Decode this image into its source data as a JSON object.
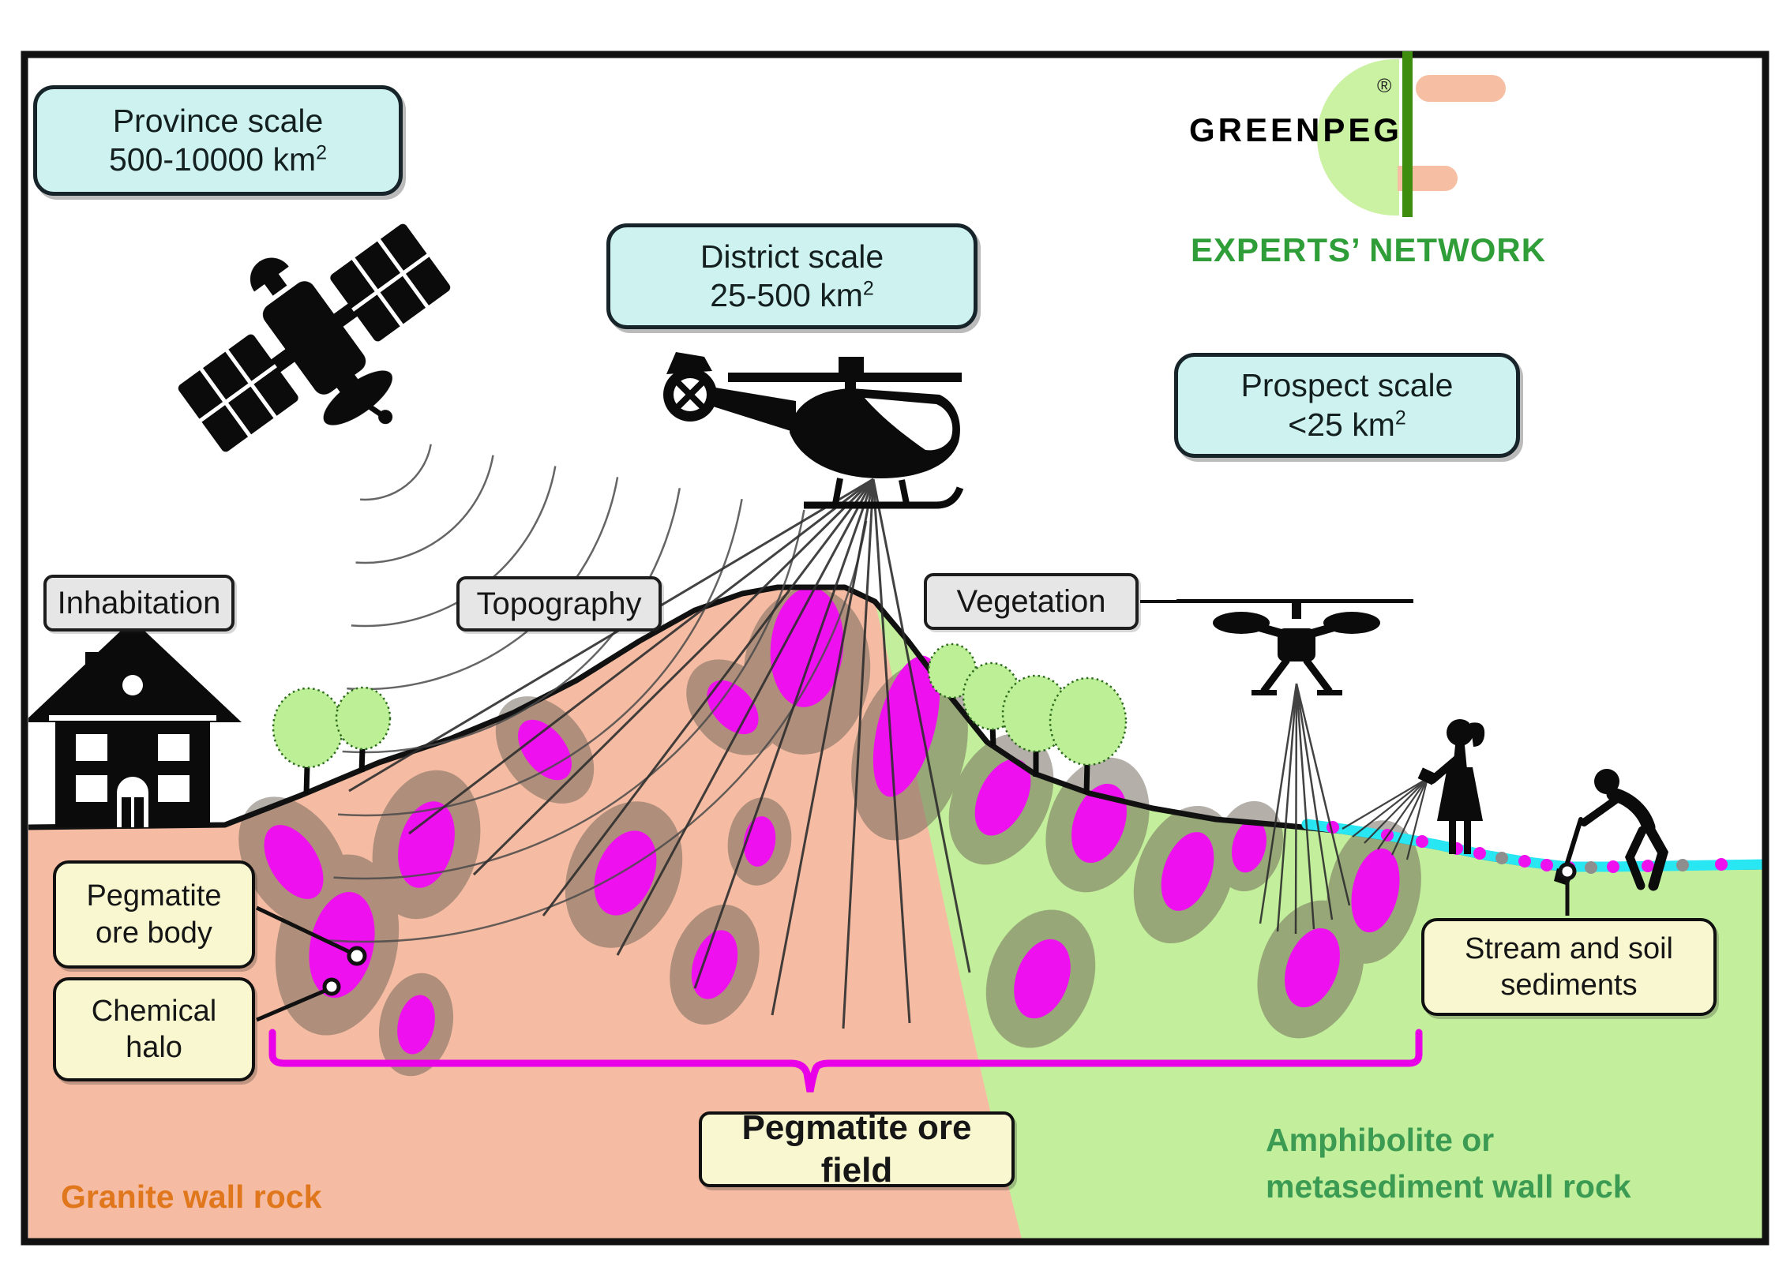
{
  "scale_boxes": {
    "province": {
      "title": "Province scale",
      "area": "500-10000 km",
      "sup": "2"
    },
    "district": {
      "title": "District scale",
      "area": "25-500 km",
      "sup": "2"
    },
    "prospect": {
      "title": "Prospect scale",
      "area": "<25 km",
      "sup": "2"
    }
  },
  "logo": {
    "brand": "GREENPEG",
    "registered": "®",
    "network": "EXPERTS’ NETWORK"
  },
  "surface_labels": {
    "inhabitation": "Inhabitation",
    "topography": "Topography",
    "vegetation": "Vegetation"
  },
  "annotations": {
    "ore_body": {
      "line1": "Pegmatite",
      "line2": "ore body"
    },
    "chemical_halo": {
      "line1": "Chemical",
      "line2": "halo"
    },
    "stream_sediments": {
      "line1": "Stream and soil",
      "line2": "sediments"
    },
    "ore_field": "Pegmatite ore field"
  },
  "wall_rocks": {
    "granite": "Granite wall rock",
    "amphibolite": {
      "line1": "Amphibolite or",
      "line2": "metasediment wall rock"
    }
  },
  "icons": [
    "satellite-icon",
    "radar-waves-icon",
    "helicopter-icon",
    "heli-scan-lines-icon",
    "drone-icon",
    "drone-scan-lines-icon",
    "house-icon",
    "tree-icon",
    "person-sampling-icon",
    "person-digging-icon",
    "ore-body-ellipse",
    "chemical-halo-ellipse",
    "stream-line",
    "sediment-dots",
    "ore-field-brace"
  ],
  "colors": {
    "cyan_box": "#CDF2F0",
    "gray_tag": "#E6E6E6",
    "yellow_note": "#F8F7CF",
    "granite": "#F5BCA3",
    "green_rock": "#C3EF9C",
    "ore": "#EE10EE",
    "halo": "#6E6558",
    "stream": "#28E6F2",
    "brace": "#E800E8",
    "logo_green": "#CBF2A2",
    "logo_bar": "#3F8D0E",
    "logo_prong": "#F6BFA3",
    "network_green": "#2F9E39",
    "granite_text": "#E0771C",
    "amphibolite_text": "#3C9B52"
  }
}
